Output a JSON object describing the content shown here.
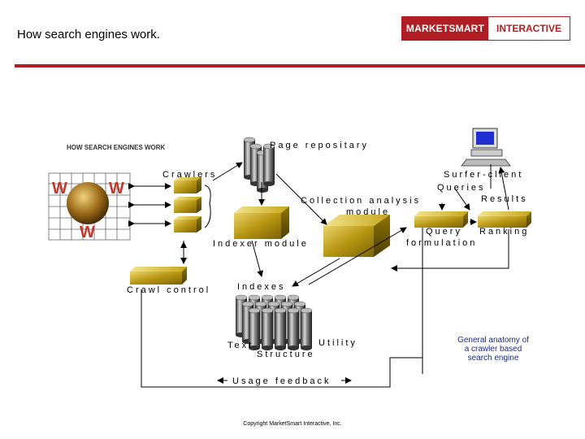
{
  "slide": {
    "title": "How search engines work.",
    "copyright": "Copyright MarketSmart Interactive, Inc."
  },
  "logo": {
    "left": "MARKETSMART",
    "right": "INTERACTIVE",
    "color": "#b01e23"
  },
  "diagram": {
    "heading": "HOW SEARCH ENGINES WORK",
    "web_letters": [
      "W",
      "W",
      "W"
    ],
    "labels": {
      "page_repository": "Page repositary",
      "crawlers": "Crawlers",
      "collection_analysis": "Collection analysis",
      "module": "module",
      "indexer_module": "Indexer module",
      "crawl_control": "Crawl control",
      "indexes": "Indexes",
      "text": "Text",
      "utility": "Utility",
      "structure": "Structure",
      "usage_feedback": "Usage feedback",
      "surfer_client": "Surfer-client",
      "queries": "Queries",
      "results": "Results",
      "query": "Query",
      "formulation": "formulation",
      "ranking": "Ranking"
    },
    "caption": [
      "General anatomy of",
      "a crawler based",
      "search engine"
    ],
    "colors": {
      "gold": "#c9a818",
      "cylinder": "#555555",
      "red_w": "#c0392b"
    }
  }
}
